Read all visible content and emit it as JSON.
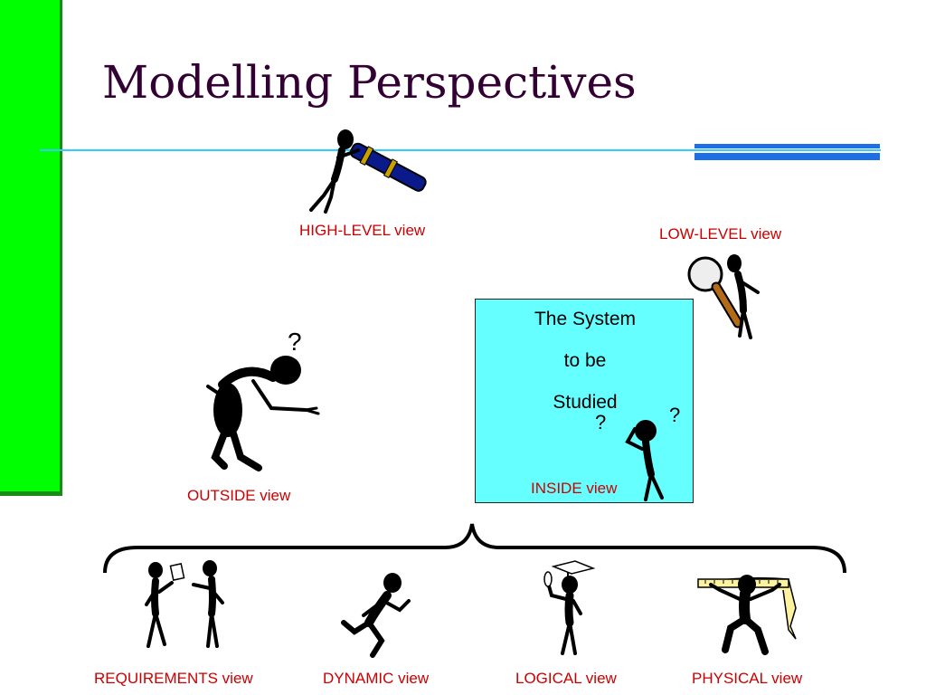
{
  "slide": {
    "title": "Modelling Perspectives"
  },
  "labels": {
    "high_level": "HIGH-LEVEL view",
    "low_level": "LOW-LEVEL view",
    "outside": "OUTSIDE view",
    "inside": "INSIDE view",
    "requirements": "REQUIREMENTS view",
    "dynamic": "DYNAMIC view",
    "logical": "LOGICAL view",
    "physical": "PHYSICAL view"
  },
  "system_box": {
    "line1": "The System",
    "line2": "to be",
    "line3": "Studied"
  },
  "glyphs": {
    "question": "?"
  },
  "colors": {
    "sidebar": "#00ff00",
    "title": "#330033",
    "label": "#cc0000",
    "system_box": "#66ffff",
    "rule_thin": "#33ccff",
    "rule_thick": "#1e6ee6"
  }
}
